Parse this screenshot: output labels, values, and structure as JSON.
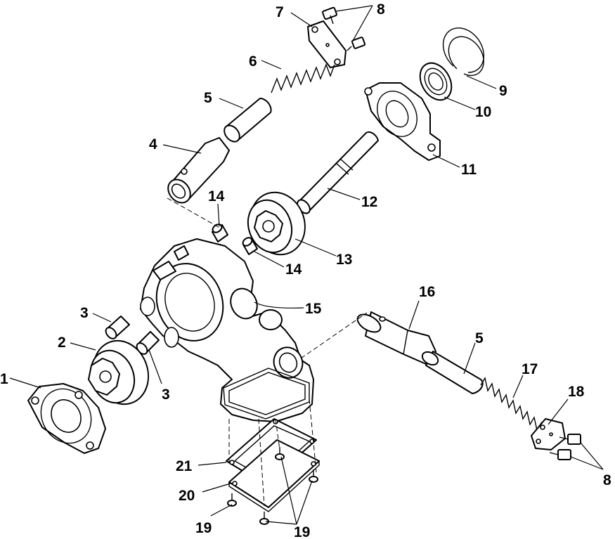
{
  "callouts": {
    "c1": "1",
    "c2": "2",
    "c3a": "3",
    "c3b": "3",
    "c4": "4",
    "c5a": "5",
    "c5b": "5",
    "c6": "6",
    "c7": "7",
    "c8a": "8",
    "c8b": "8",
    "c9": "9",
    "c10": "10",
    "c11": "11",
    "c12": "12",
    "c13": "13",
    "c14a": "14",
    "c14b": "14",
    "c15": "15",
    "c16": "16",
    "c17": "17",
    "c18": "18",
    "c19a": "19",
    "c19b": "19",
    "c20": "20",
    "c21": "21"
  }
}
